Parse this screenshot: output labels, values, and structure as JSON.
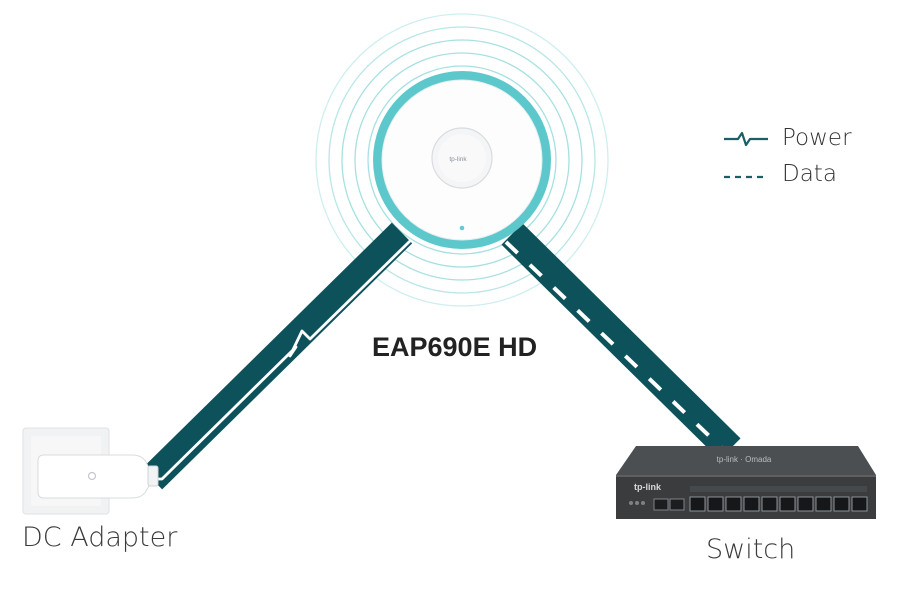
{
  "device": {
    "name": "EAP690E HD",
    "logo_text": "tp-link"
  },
  "adapter": {
    "label": "DC Adapter"
  },
  "switch": {
    "label": "Switch",
    "logo_text": "tp-link",
    "brand_text": "tp-link · Omada"
  },
  "legend": {
    "power_label": "Power",
    "data_label": "Data"
  },
  "colors": {
    "cable": "#0d525b",
    "accent_ring": "#5cc8cc",
    "signal_rings": "#a7e0e1",
    "line_white": "#ffffff",
    "legend_line": "#1b5e66"
  }
}
